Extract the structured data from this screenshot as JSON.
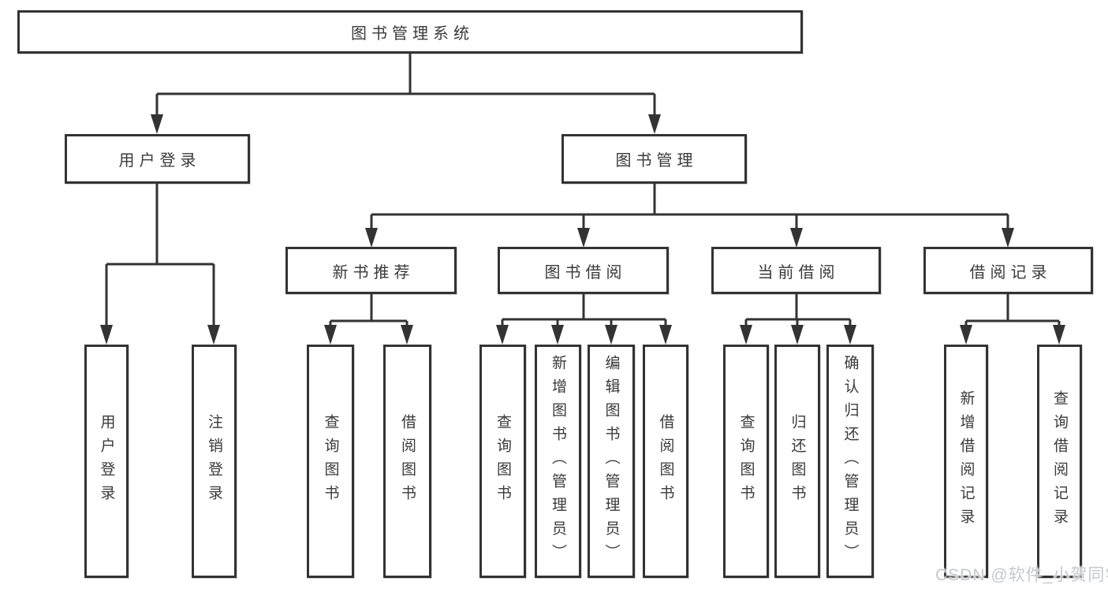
{
  "diagram": {
    "root": {
      "label": "图书管理系统"
    },
    "level2": [
      {
        "label": "用户登录"
      },
      {
        "label": "图书管理"
      }
    ],
    "level3": [
      {
        "label": "新书推荐"
      },
      {
        "label": "图书借阅"
      },
      {
        "label": "当前借阅"
      },
      {
        "label": "借阅记录"
      }
    ],
    "leaves": [
      {
        "label": "用户登录"
      },
      {
        "label": "注销登录"
      },
      {
        "label": "查询图书"
      },
      {
        "label": "借阅图书"
      },
      {
        "label": "查询图书"
      },
      {
        "label": "新增图书（管理员）"
      },
      {
        "label": "编辑图书（管理员）"
      },
      {
        "label": "借阅图书"
      },
      {
        "label": "查询图书"
      },
      {
        "label": "归还图书"
      },
      {
        "label": "确认归还（管理员）"
      },
      {
        "label": "新增借阅记录"
      },
      {
        "label": "查询借阅记录"
      }
    ]
  },
  "watermark": {
    "text": "CSDN @软件_小贺同学"
  },
  "colors": {
    "line": "#333333",
    "text": "#3a3a3a",
    "watermark": "#c5c8cd",
    "background": "#ffffff"
  }
}
